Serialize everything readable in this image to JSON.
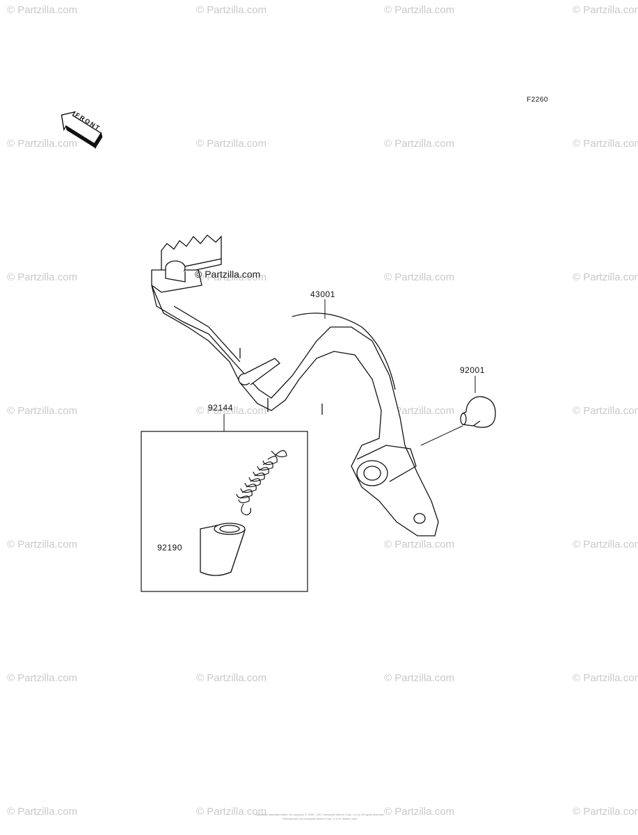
{
  "diagram_code": "F2260",
  "front_label": "FRONT",
  "parts": {
    "p43001": "43001",
    "p92001": "92001",
    "p92144": "92144",
    "p92190": "92190"
  },
  "watermark": "© Partzilla.com",
  "inline_watermark": "© Partzilla.com",
  "footer_line1": "Kawasaki materials within, all copyright © 1985 - 2017 Kawasaki Motors Corp. U.S.A. All rights reserved.",
  "footer_line2": "Reproduction by Kawasaki Motors Corp. U.S.A. dealers only."
}
